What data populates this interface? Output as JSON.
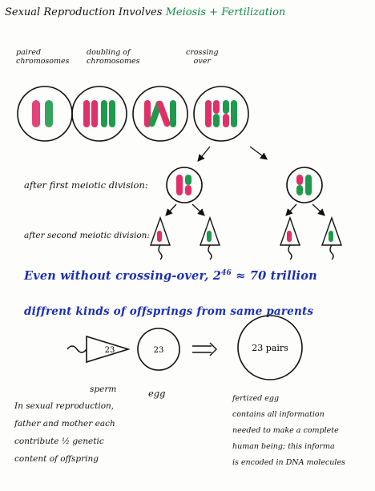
{
  "title": {
    "prefix": "Sexual Reproduction Involves",
    "highlight": "Meiosis + Fertilization"
  },
  "stages": [
    {
      "label_line1": "paired",
      "label_line2": "chromosomes"
    },
    {
      "label_line1": "doubling of",
      "label_line2": "chromosomes"
    },
    {
      "label_line1": "crossing",
      "label_line2": "over"
    }
  ],
  "division_labels": {
    "first": "after first meiotic division:",
    "second": "after second meiotic division:"
  },
  "highlight_text": {
    "line1_prefix": "Even without crossing-over, 2",
    "exponent": "46",
    "line1_suffix": "≈ 70 trillion",
    "line2": "diffrent kinds of offsprings from same parents"
  },
  "fertilization": {
    "sperm_count": "23",
    "egg_count": "23",
    "zygote_count": "23 pairs",
    "sperm_label": "sperm",
    "egg_label": "egg"
  },
  "left_note": [
    "In sexual reproduction,",
    "father and mother each",
    "contribute ½ genetic",
    "content of offspring"
  ],
  "right_note": [
    "fertized egg",
    "contains all information",
    "needed to make a complete",
    "human being; this informa",
    "is encoded in DNA molecules"
  ],
  "colors": {
    "red": "#e0306a",
    "green": "#1f9a4c",
    "blue": "#1a2fb0",
    "ink": "#111111"
  }
}
